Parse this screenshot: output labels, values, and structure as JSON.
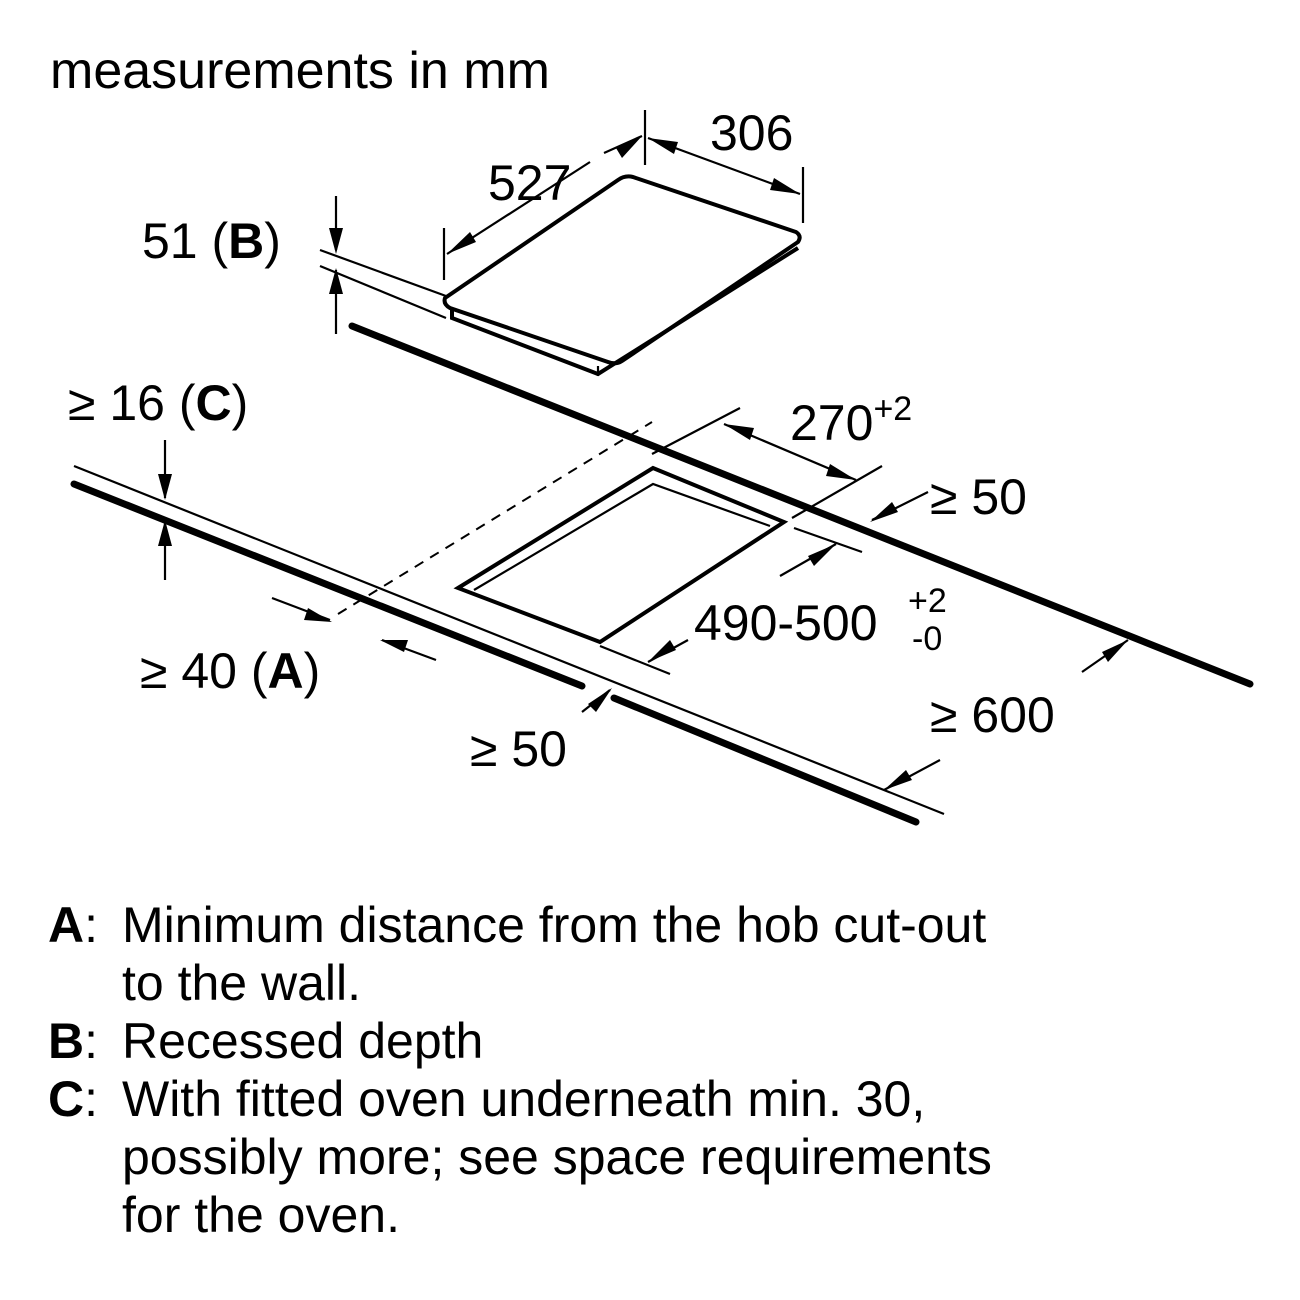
{
  "header": {
    "units_note": "measurements in mm"
  },
  "hob_dims": {
    "depth": "527",
    "width": "306",
    "height_value": "51",
    "height_ref": "B"
  },
  "cutout_dims": {
    "width_base": "270",
    "width_tol": "+2",
    "depth_base": "490-500",
    "depth_tol_plus": "+2",
    "depth_tol_minus": "-0",
    "back_gap": "≥ 50",
    "wall_gap_value": "≥ 40",
    "wall_gap_ref": "A",
    "front_gap": "≥ 50",
    "worktop_depth": "≥ 600",
    "worktop_thickness_value": "≥ 16",
    "worktop_thickness_ref": "C"
  },
  "legend": [
    {
      "key": "A",
      "text_lines": [
        "Minimum distance from the hob cut-out",
        "to the wall."
      ]
    },
    {
      "key": "B",
      "text_lines": [
        "Recessed depth"
      ]
    },
    {
      "key": "C",
      "text_lines": [
        "With fitted oven underneath min. 30,",
        "possibly more; see space requirements",
        "for the oven."
      ]
    }
  ]
}
